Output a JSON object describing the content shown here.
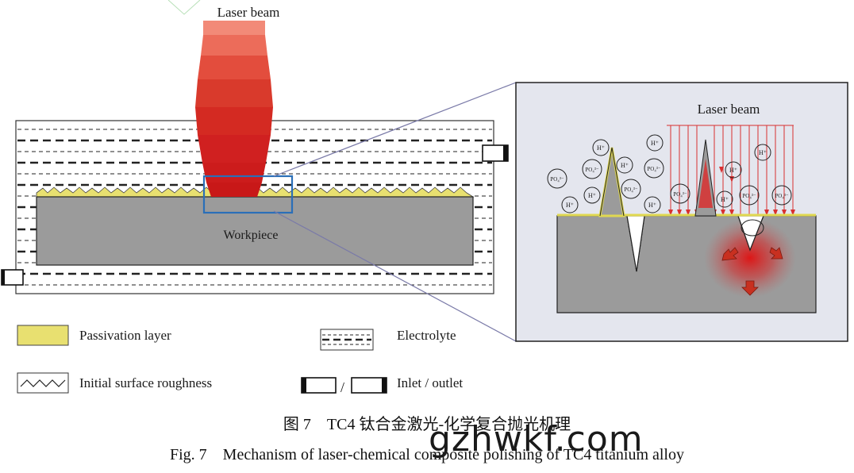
{
  "main_diagram": {
    "laser_label": "Laser beam",
    "workpiece_label": "Workpiece"
  },
  "inset": {
    "laser_label": "Laser beam",
    "ions": [
      "H+",
      "PO4 3-"
    ]
  },
  "legend": {
    "passivation": "Passivation layer",
    "electrolyte": "Electrolyte",
    "roughness": "Initial surface roughness",
    "inlet_outlet": "Inlet / outlet",
    "slash": "/"
  },
  "caption": {
    "zh": "图 7　TC4 钛合金激光-化学复合抛光机理",
    "en": "Fig. 7　Mechanism of laser-chemical composite polishing of TC4 titanium alloy"
  },
  "watermark": "gzhwkf.com",
  "colors": {
    "laser": "#d42020",
    "passivation": "#e8e070",
    "workpiece": "#9b9b9b",
    "inset_bg": "#e4e6ee",
    "zoom_box": "#2a6fb8"
  }
}
